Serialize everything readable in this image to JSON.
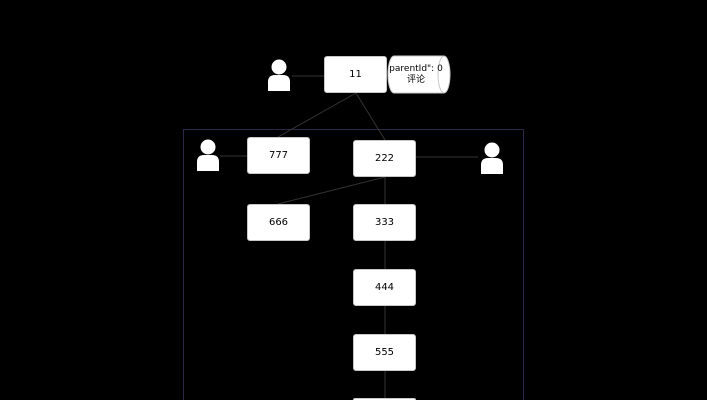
{
  "nodes": {
    "n11": "11",
    "n777": "777",
    "n222": "222",
    "n666": "666",
    "n333": "333",
    "n444": "444",
    "n555": "555"
  },
  "datastore": {
    "line1": "parentId\": 0",
    "line2": "评论"
  },
  "colors": {
    "background": "#000000",
    "node_fill": "#ffffff",
    "node_border": "#c8c8c8",
    "edge": "#333333",
    "container_border": "#2b2b48",
    "person_icon": "#ffffff"
  }
}
